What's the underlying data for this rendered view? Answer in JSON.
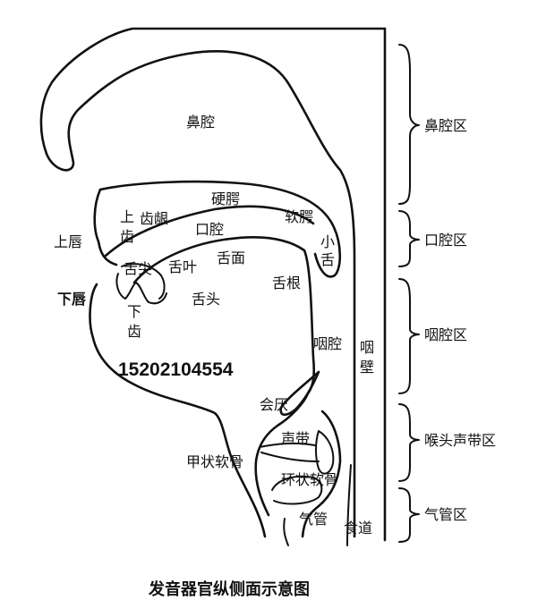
{
  "labels": {
    "nasal_cavity": "鼻腔",
    "hard_palate": "硬腭",
    "upper_gum": "齿龈",
    "upper_teeth_1": "上",
    "upper_teeth_2": "齿",
    "oral_cavity": "口腔",
    "soft_palate": "软腭",
    "uvula_1": "小",
    "uvula_2": "舌",
    "upper_lip": "上唇",
    "tongue_tip": "舌尖",
    "tongue_blade": "舌叶",
    "tongue_surface": "舌面",
    "tongue_root": "舌根",
    "lower_lip": "下唇",
    "lower_teeth_1": "下",
    "lower_teeth_2": "齿",
    "tongue_body": "舌头",
    "pharynx": "咽腔",
    "pharynx_wall_1": "咽",
    "pharynx_wall_2": "壁",
    "phone_number": "15202104554",
    "epiglottis": "会厌",
    "vocal_cords": "声带",
    "thyroid_cartilage": "甲状软骨",
    "cricoid_cartilage": "环状软骨",
    "trachea": "气管",
    "esophagus": "食道"
  },
  "regions": {
    "nasal": "鼻腔区",
    "oral": "口腔区",
    "pharyngeal": "咽腔区",
    "larynx": "喉头声带区",
    "trachea": "气管区"
  },
  "caption": "发音器官纵侧面示意图"
}
